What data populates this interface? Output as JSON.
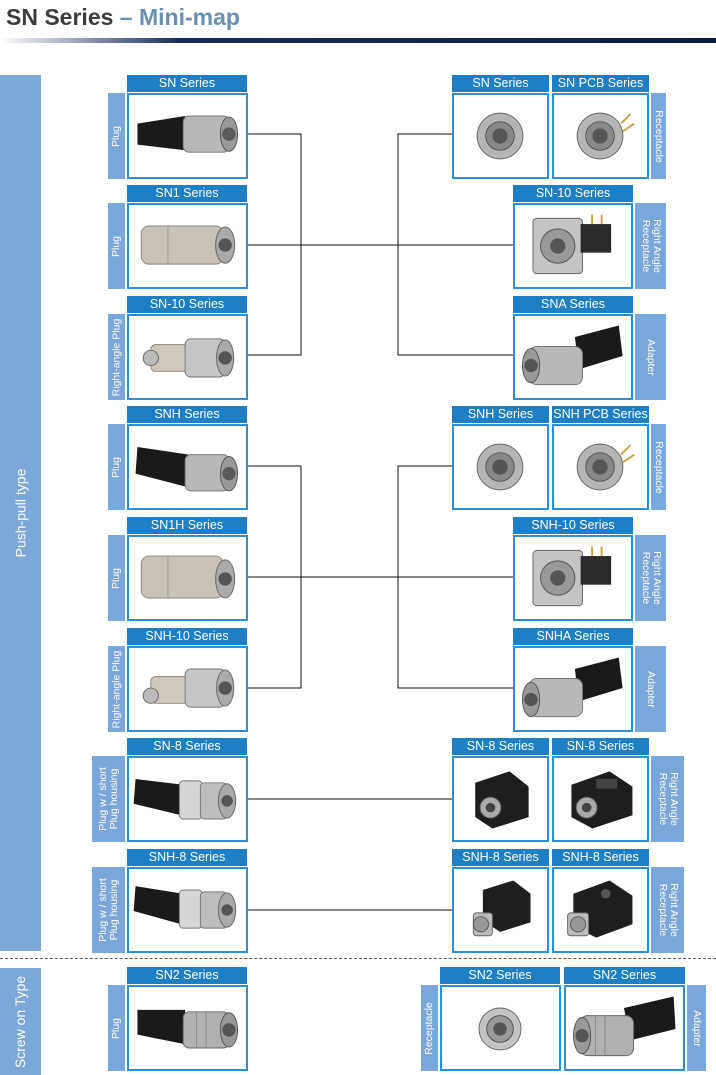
{
  "header": {
    "title_main": "SN Series",
    "title_sep": " – ",
    "title_sub": "Mini-map"
  },
  "sections": {
    "push_pull": "Push-pull type",
    "screw_on": "Screw on Type"
  },
  "cards": {
    "sn_plug": {
      "header": "SN Series",
      "tab": "Plug"
    },
    "sn1_plug": {
      "header": "SN1 Series",
      "tab": "Plug"
    },
    "sn10_ra_plug": {
      "header": "SN-10 Series",
      "tab": "Right-angle Plug"
    },
    "snh_plug": {
      "header": "SNH Series",
      "tab": "Plug"
    },
    "sn1h_plug": {
      "header": "SN1H Series",
      "tab": "Plug"
    },
    "snh10_ra_plug": {
      "header": "SNH-10 Series",
      "tab": "Right-angle Plug"
    },
    "sn8_plug": {
      "header": "SN-8 Series",
      "tab": "Plug w / short\nPlug housing"
    },
    "snh8_plug": {
      "header": "SNH-8 Series",
      "tab": "Plug w / short\nPlug housing"
    },
    "sn2_plug": {
      "header": "SN2 Series",
      "tab": "Plug"
    },
    "sn_rec": {
      "header": "SN Series"
    },
    "sn_pcb_rec": {
      "header": "SN PCB Series",
      "tab": "Receptacle"
    },
    "sn10_ra_rec": {
      "header": "SN-10 Series",
      "tab": "Right Angle\nReceptacle"
    },
    "sna_adapter": {
      "header": "SNA Series",
      "tab": "Adapter"
    },
    "snh_rec": {
      "header": "SNH Series"
    },
    "snh_pcb_rec": {
      "header": "SNH PCB Series",
      "tab": "Receptacle"
    },
    "snh10_ra_rec": {
      "header": "SNH-10 Series",
      "tab": "Right Angle\nReceptacle"
    },
    "snha_adapter": {
      "header": "SNHA Series",
      "tab": "Adapter"
    },
    "sn8_rec_a": {
      "header": "SN-8 Series"
    },
    "sn8_rec_b": {
      "header": "SN-8 Series",
      "tab": "Right Angle\nReceptacle"
    },
    "snh8_rec_a": {
      "header": "SNH-8 Series"
    },
    "snh8_rec_b": {
      "header": "SNH-8 Series",
      "tab": "Right Angle\nReceptacle"
    },
    "sn2_rec": {
      "header": "SN2 Series",
      "tab": "Receptacle"
    },
    "sn2_adapter": {
      "header": "SN2 Series",
      "tab": "Adapter"
    }
  },
  "colors": {
    "band": "#7aa8d9",
    "header_blue": "#1f7fc4",
    "border_blue": "#2d8fd8",
    "title_sub": "#6b8fb0"
  }
}
